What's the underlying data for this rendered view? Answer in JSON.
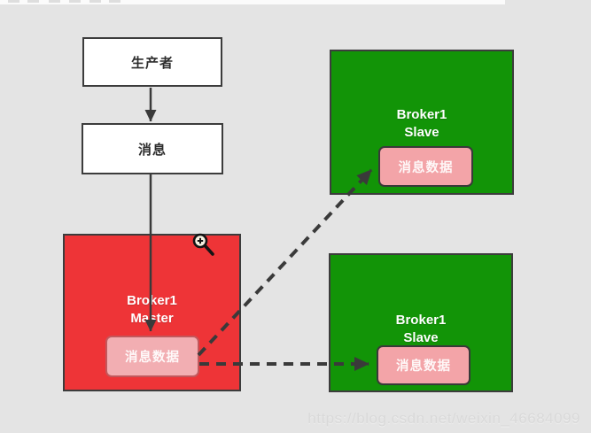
{
  "page": {
    "watermark": "https://blog.csdn.net/weixin_46684099",
    "background_color": "#e4e4e4"
  },
  "colors": {
    "master_red": "#ee3437",
    "slave_green": "#129407",
    "data_pink": "#f3a4a8",
    "data_pink_master_border": "#c2585c",
    "box_border_dark": "#3c3c3c",
    "arrow": "#3a3a3a",
    "white_box": "#ffffff"
  },
  "icons": {
    "cursor": "zoom-in-cursor"
  },
  "diagram": {
    "producer": {
      "label": "生产者"
    },
    "message": {
      "label": "消息"
    },
    "master": {
      "title_line1": "Broker1",
      "title_line2": "Master",
      "data_label": "消息数据"
    },
    "slave1": {
      "title_line1": "Broker1",
      "title_line2": "Slave",
      "data_label": "消息数据"
    },
    "slave2": {
      "title_line1": "Broker1",
      "title_line2": "Slave",
      "data_label": "消息数据"
    },
    "edges": [
      {
        "from": "producer",
        "to": "message",
        "style": "solid"
      },
      {
        "from": "message",
        "to": "master-data",
        "style": "solid"
      },
      {
        "from": "master-data",
        "to": "slave1-data",
        "style": "dashed"
      },
      {
        "from": "master-data",
        "to": "slave2-data",
        "style": "dashed"
      }
    ]
  }
}
